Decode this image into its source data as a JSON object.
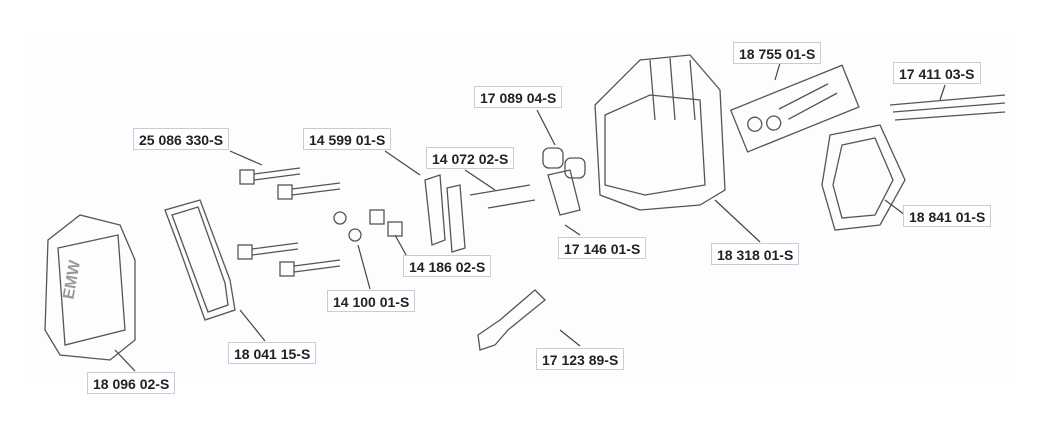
{
  "diagram": {
    "labels": {
      "valve_set": "18 755 01-S",
      "pushrod_guide": "17 411 03-S",
      "valve_spring": "17 089 04-S",
      "cover_bolt": "25 086 330-S",
      "rocker_arm": "14 599 01-S",
      "rocker_stud": "14 072 02-S",
      "head_gasket": "18 841 01-S",
      "guide_plate": "17 146 01-S",
      "cylinder_head": "18 318 01-S",
      "pivot": "14 186 02-S",
      "nut": "14 100 01-S",
      "cover_gasket": "18 041 15-S",
      "breather_tube": "17 123 89-S",
      "valve_cover": "18 096 02-S"
    }
  }
}
